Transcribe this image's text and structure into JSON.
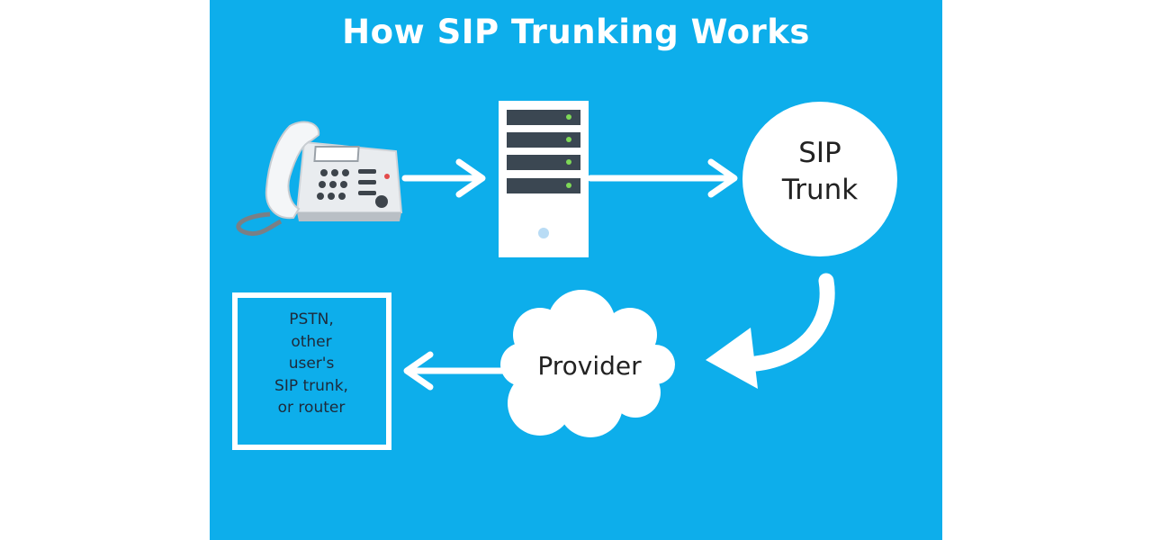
{
  "diagram": {
    "title": "How SIP Trunking Works",
    "nodes": {
      "phone": {
        "icon": "desk-phone-icon"
      },
      "server": {
        "icon": "server-rack-icon"
      },
      "sip_trunk": {
        "line1": "SIP",
        "line2": "Trunk"
      },
      "provider": {
        "label": "Provider"
      },
      "destination": {
        "lines": [
          "PSTN,",
          "other",
          "user's",
          "SIP trunk,",
          "or router"
        ]
      }
    },
    "colors": {
      "background": "#0daeeb",
      "foreground": "#ffffff",
      "led": "#7ed957",
      "server_slot": "#3b4752"
    }
  }
}
